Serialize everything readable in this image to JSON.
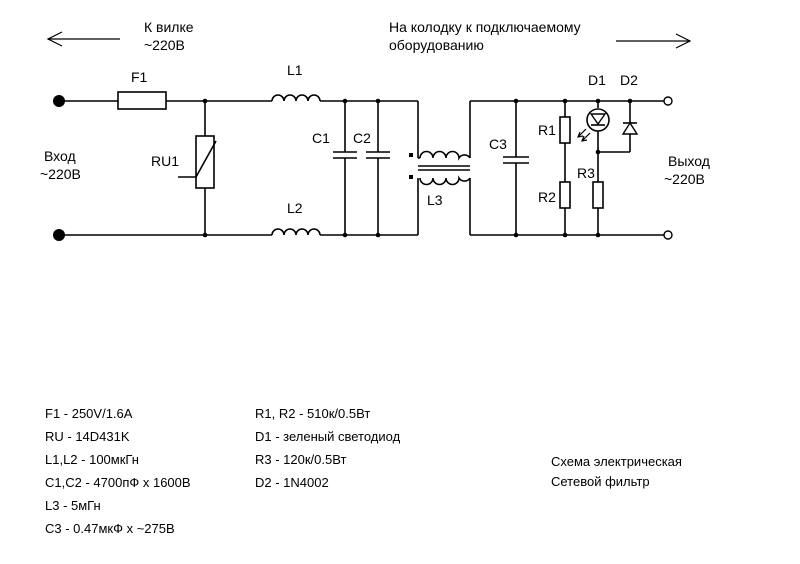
{
  "arrows": {
    "input_text_1": "К вилке",
    "input_text_2": "~220В",
    "output_text_1": "На колодку к подключаемому",
    "output_text_2": "оборудованию"
  },
  "terminals": {
    "input_1": "Вход",
    "input_2": "~220В",
    "output_1": "Выход",
    "output_2": "~220В"
  },
  "components": {
    "fuse": "F1",
    "varistor": "RU1",
    "choke_top": "L1",
    "choke_bottom": "L2",
    "cap1": "C1",
    "cap2": "C2",
    "transformer": "L3",
    "cap3": "C3",
    "r1": "R1",
    "r2": "R2",
    "r3": "R3",
    "led": "D1",
    "diode": "D2"
  },
  "parts_list": {
    "left": [
      "F1 - 250V/1.6A",
      "RU - 14D431K",
      "L1,L2 - 100мкГн",
      "C1,C2 - 4700пФ x 1600В",
      "L3 - 5мГн",
      "C3 - 0.47мкФ x ~275В"
    ],
    "right": [
      "R1, R2 - 510к/0.5Вт",
      "D1 - зеленый светодиод",
      "R3 - 120к/0.5Вт",
      "D2 - 1N4002"
    ]
  },
  "caption": {
    "line1": "Схема электрическая",
    "line2": "Сетевой фильтр"
  }
}
